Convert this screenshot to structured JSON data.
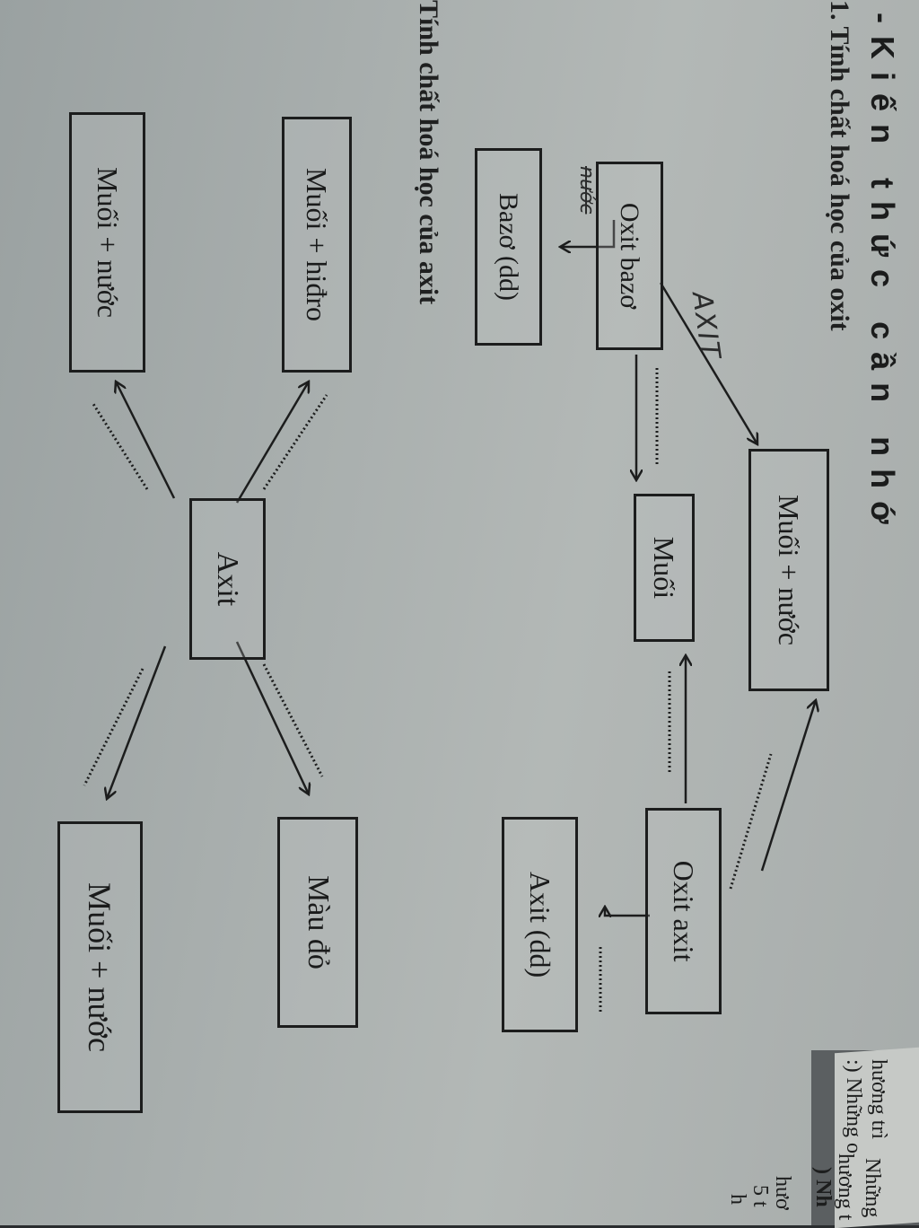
{
  "heading": "I-Kiến thức cần nhớ",
  "section1": "1. Tính chất hoá học của oxit",
  "section2": "Tính chất hoá học của axit",
  "oxide_diagram": {
    "oxit_bazo": "Oxit bazơ",
    "bazo_dd": "Bazơ (dd)",
    "muoi_nuoc": "Muối + nước",
    "muoi": "Muối",
    "oxit_axit": "Oxit axit",
    "axit_dd": "Axit (dd)",
    "hand_axit": "AXIT",
    "hand_nuoc": "nước"
  },
  "acid_diagram": {
    "axit": "Axit",
    "muoi_hidro": "Muối + hiđro",
    "muoi_nuoc_left": "Muối + nước",
    "mau_do": "Màu đỏ",
    "muoi_nuoc_right": "Muối + nước"
  },
  "right_page": {
    "line1": ":) Những o",
    "line2": "hương trì",
    "line3": "Những",
    "line4": "hương t",
    "line5": ") Nh",
    "line6": "hươ",
    "line7": "5 t",
    "line8": "h"
  }
}
